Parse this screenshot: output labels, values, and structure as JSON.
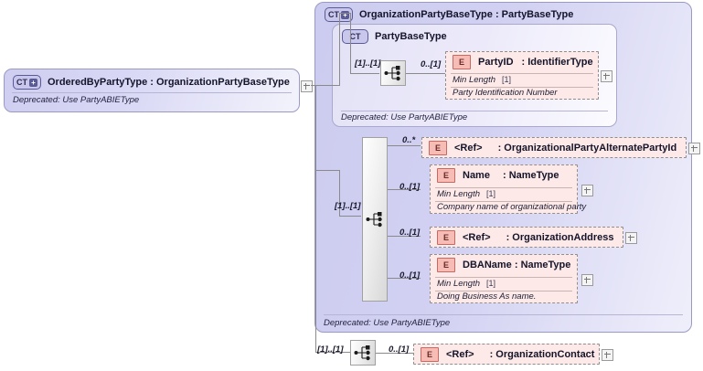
{
  "diagram": {
    "kind": "xsd-schema-diagram",
    "left_type": {
      "badge": "CT",
      "badge_expander": "+",
      "title": "OrderedByPartyType : OrganizationPartyBaseType",
      "footer": "Deprecated: Use PartyABIEType"
    },
    "outer_type": {
      "badge": "CT",
      "badge_expander": "+",
      "title": "OrganizationPartyBaseType : PartyBaseType",
      "footer": "Deprecated: Use PartyABIEType"
    },
    "inner_type": {
      "badge": "CT",
      "title": "PartyBaseType",
      "footer": "Deprecated: Use PartyABIEType"
    },
    "compositors": [
      {
        "name": "sequence-compositor-partybasetype",
        "cardinality": "[1]..[1]"
      },
      {
        "name": "sequence-compositor-organizationparty",
        "cardinality": "[1]..[1]"
      },
      {
        "name": "sequence-compositor-contact",
        "cardinality": "[1]..[1]"
      }
    ],
    "elements": {
      "partyid": {
        "badge": "E",
        "name": "PartyID",
        "type": ": IdentifierType",
        "cardinality": "0..[1]",
        "facet_label": "Min Length",
        "facet_value": "[1]",
        "documentation": "Party Identification Number",
        "expander": "+"
      },
      "alternate_party_id": {
        "badge": "E",
        "name": "<Ref>",
        "type": ": OrganizationalPartyAlternatePartyId",
        "cardinality": "0..*",
        "expander": "+"
      },
      "name": {
        "badge": "E",
        "name": "Name",
        "type": ": NameType",
        "cardinality": "0..[1]",
        "facet_label": "Min Length",
        "facet_value": "[1]",
        "documentation": "Company name of organizational party",
        "expander": "+"
      },
      "organization_address": {
        "badge": "E",
        "name": "<Ref>",
        "type": ": OrganizationAddress",
        "cardinality": "0..[1]",
        "expander": "+"
      },
      "dbaname": {
        "badge": "E",
        "name": "DBAName : NameType",
        "type": "",
        "cardinality": "0..[1]",
        "facet_label": "Min Length",
        "facet_value": "[1]",
        "documentation": "Doing Business As name.",
        "expander": "+"
      },
      "organization_contact": {
        "badge": "E",
        "name": "<Ref>",
        "type": ": OrganizationContact",
        "cardinality": "0..[1]",
        "expander": "+"
      }
    },
    "colors": {
      "container_border": "#9a99c4",
      "container_fill": "#d2d1f2",
      "element_fill": "#fde9e7",
      "element_border": "#8e8e8e",
      "badge_fill": "#c9c8ec",
      "e_badge_fill": "#f6bdb7",
      "connector": "#8a8a8a"
    }
  }
}
